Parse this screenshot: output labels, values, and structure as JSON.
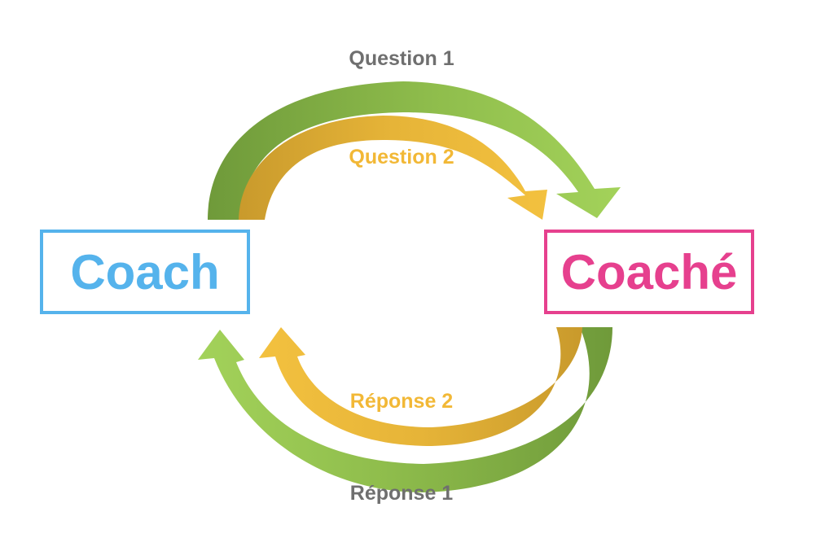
{
  "nodes": {
    "coach": {
      "label": "Coach",
      "color": "#55b3ec"
    },
    "coache": {
      "label": "Coaché",
      "color": "#e6408e"
    }
  },
  "flows": {
    "question_1": {
      "label": "Question 1",
      "label_color": "#6f6f6f"
    },
    "question_2": {
      "label": "Question 2",
      "label_color": "#f2b836"
    },
    "reponse_2": {
      "label": "Réponse 2",
      "label_color": "#f2b836"
    },
    "reponse_1": {
      "label": "Réponse 1",
      "label_color": "#6f6f6f"
    }
  },
  "colors": {
    "green_dark": "#6f9a3a",
    "green_light": "#9ccc55",
    "gold_dark": "#c99a2c",
    "gold_light": "#f3c13f"
  }
}
